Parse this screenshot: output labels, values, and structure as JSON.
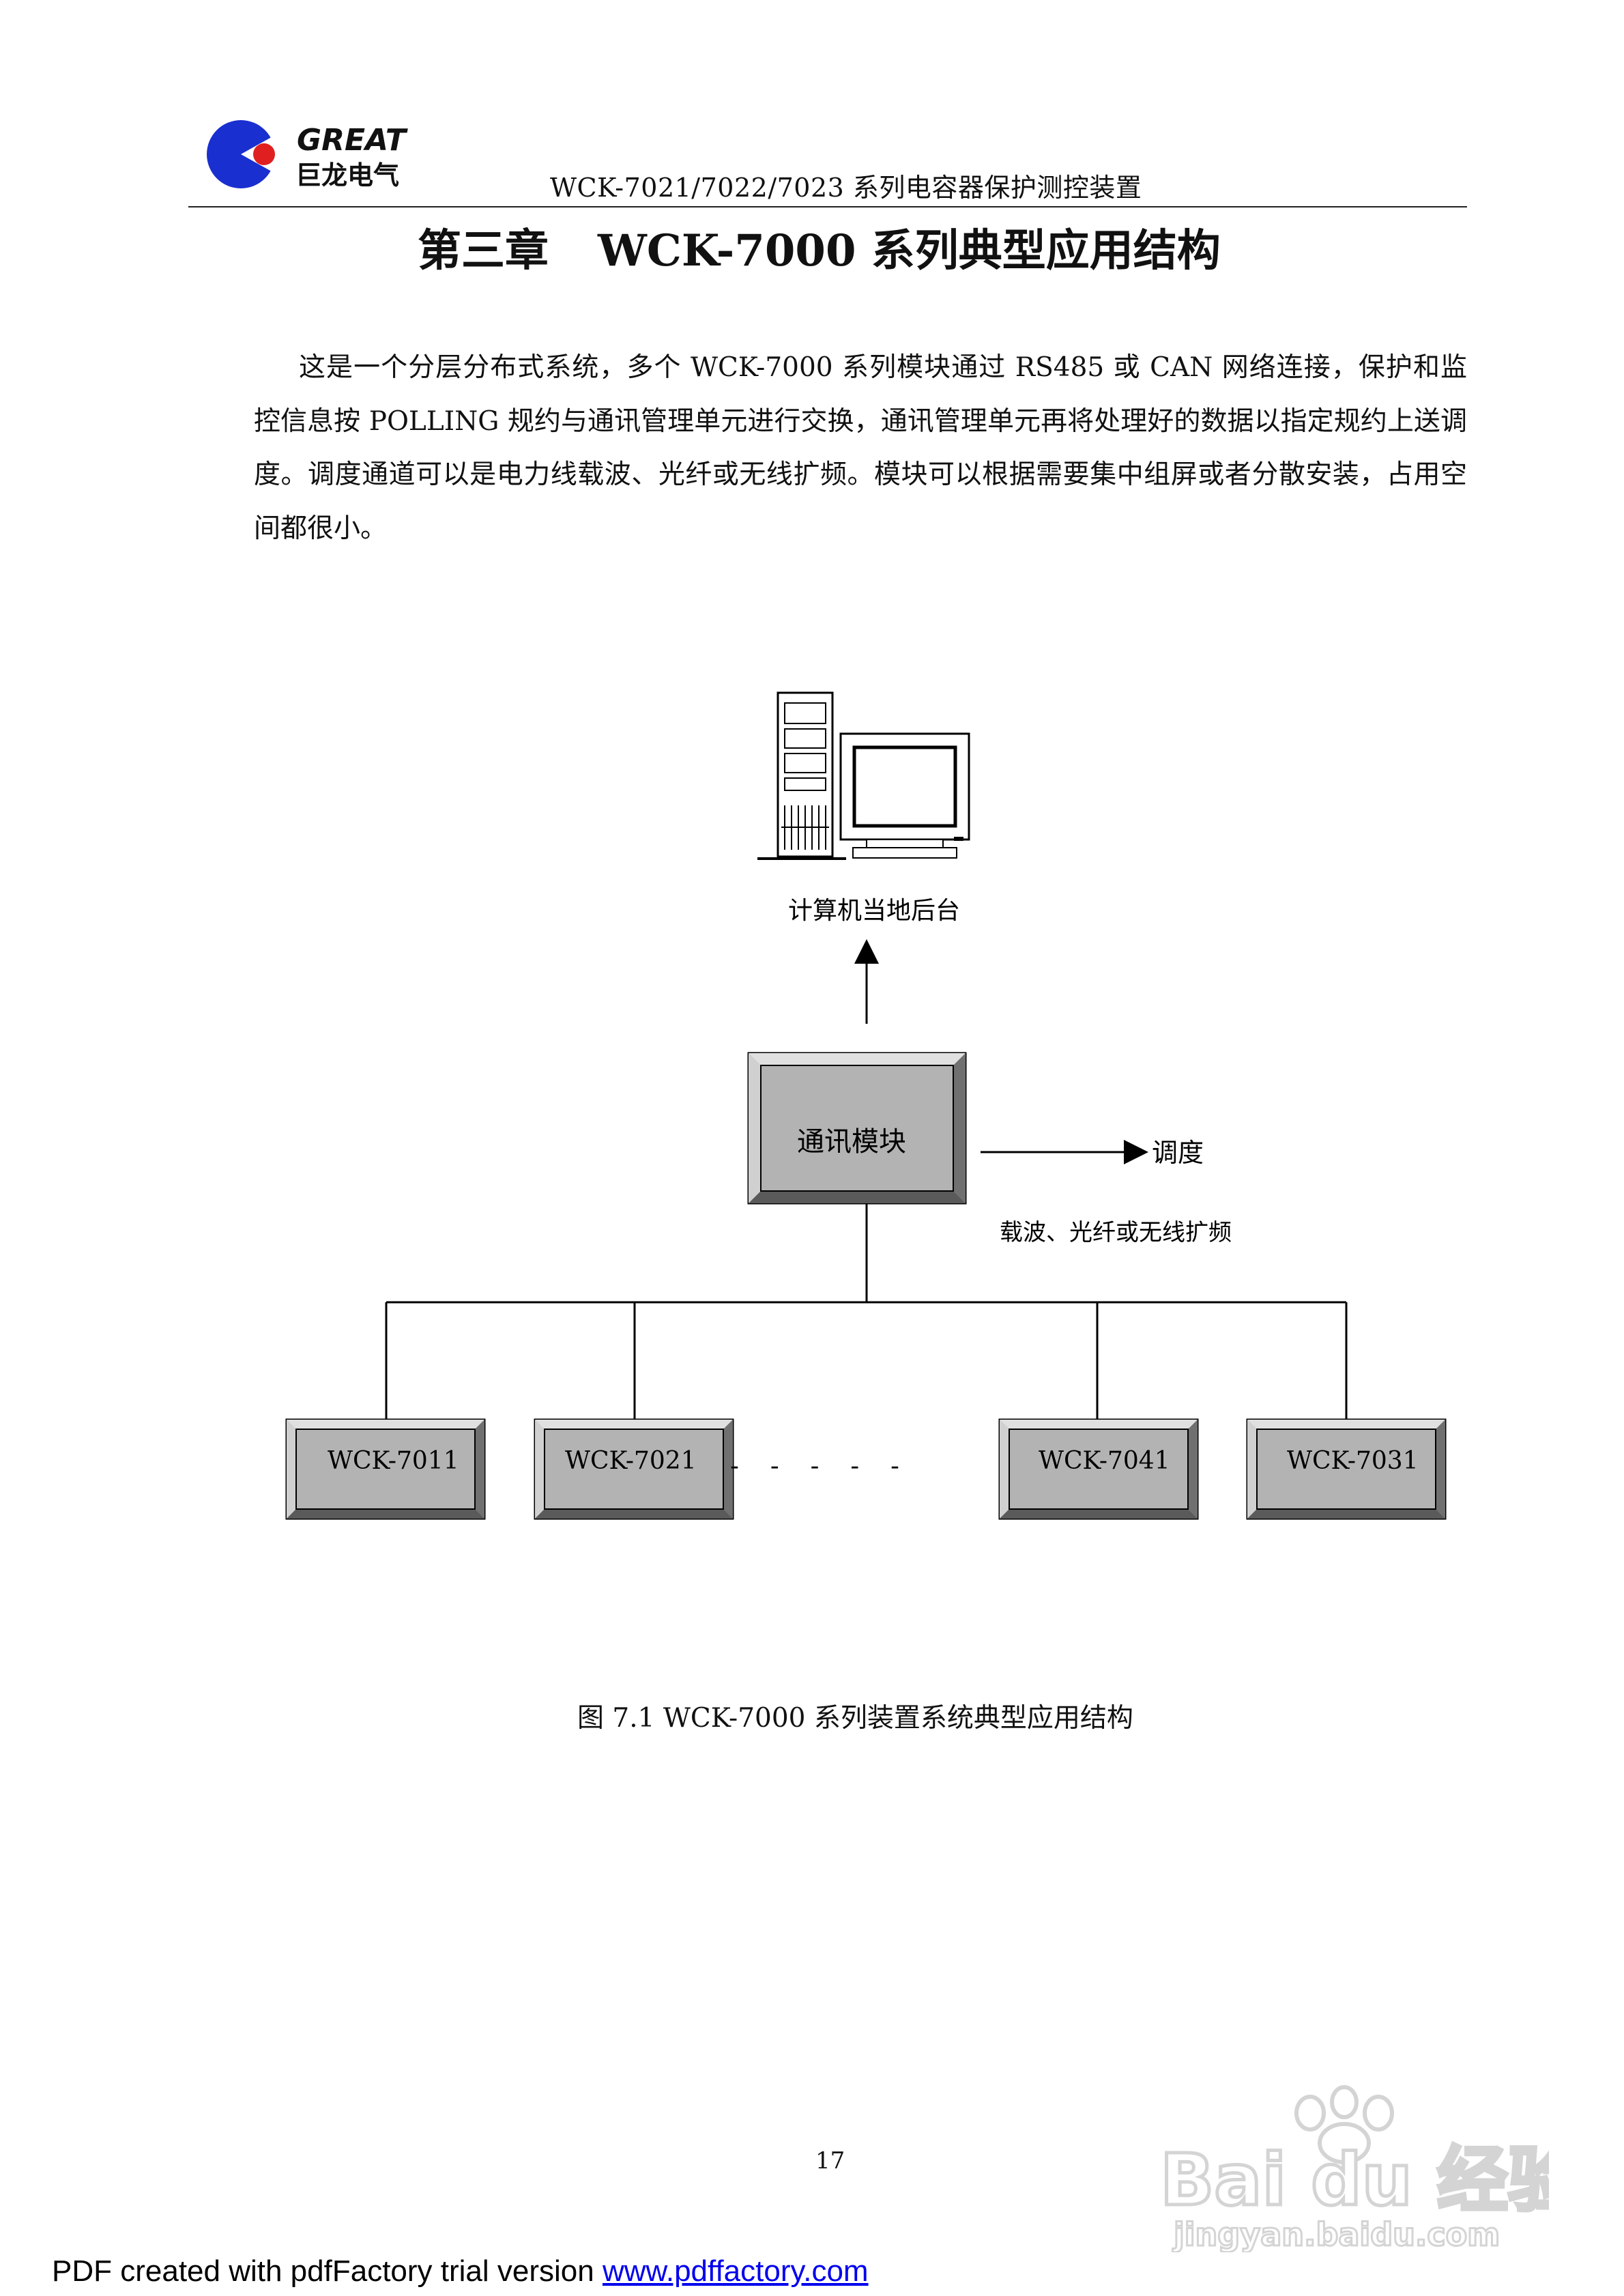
{
  "header": {
    "logo_text_en": "GREAT",
    "logo_text_cn": "巨龙电气",
    "title": "WCK-7021/7022/7023 系列电容器保护测控装置"
  },
  "chapter": {
    "number": "第三章",
    "title": "WCK-7000 系列典型应用结构"
  },
  "body": {
    "paragraph": "这是一个分层分布式系统，多个 WCK-7000 系列模块通过 RS485 或 CAN 网络连接，保护和监控信息按 POLLING 规约与通讯管理单元进行交换，通讯管理单元再将处理好的数据以指定规约上送调度。调度通道可以是电力线载波、光纤或无线扩频。模块可以根据需要集中组屏或者分散安装，占用空间都很小。"
  },
  "diagram": {
    "computer_label": "计算机当地后台",
    "comm_module_label": "通讯模块",
    "dispatch_label": "调度",
    "channel_label": "载波、光纤或无线扩频",
    "ellipsis": "-    -    -    -    -",
    "modules": [
      "WCK-7011",
      "WCK-7021",
      "WCK-7041",
      "WCK-7031"
    ],
    "caption": "图 7.1   WCK-7000 系列装置系统典型应用结构"
  },
  "footer": {
    "page_number": "17",
    "pdf_notice": "PDF created with pdfFactory trial version ",
    "pdf_link": "www.pdffactory.com"
  },
  "watermark": {
    "brand": "Bai du 经验",
    "url": "jingyan.baidu.com"
  },
  "colors": {
    "logo_blue": "#1a2fd0",
    "logo_red": "#e02020",
    "box_fill": "#b3b3b3",
    "link_blue": "#0000ee"
  }
}
